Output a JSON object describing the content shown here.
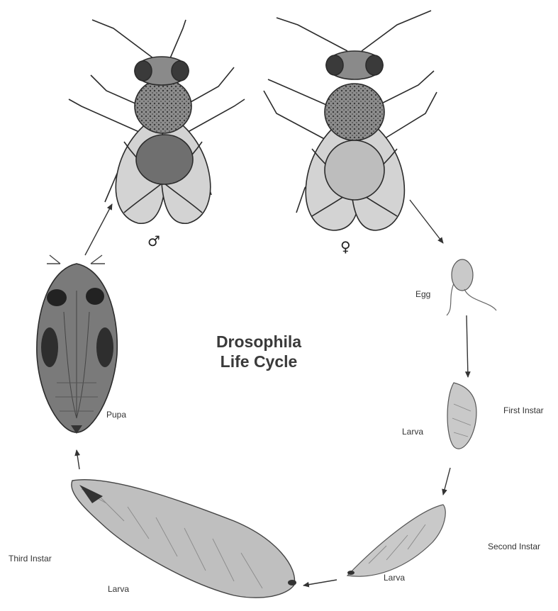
{
  "title": {
    "line1": "Drosophila",
    "line2": "Life Cycle"
  },
  "symbols": {
    "male": "♂",
    "female": "♀"
  },
  "labels": {
    "egg": "Egg",
    "first_instar": "First Instar",
    "first_larva": "Larva",
    "second_instar": "Second Instar",
    "second_larva": "Larva",
    "third_instar": "Third Instar",
    "third_larva": "Larva",
    "pupa": "Pupa"
  },
  "colors": {
    "body_light": "#c9c9c9",
    "body_mid": "#9a9a9a",
    "body_dark": "#4a4a4a",
    "outline": "#2b2b2b",
    "arrow": "#333333"
  }
}
